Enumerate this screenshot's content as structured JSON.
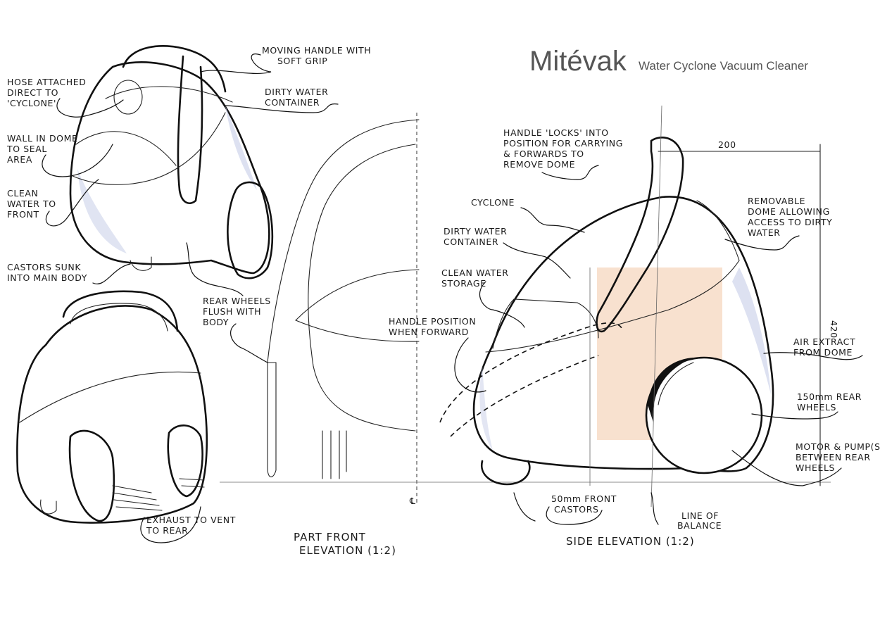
{
  "title": {
    "brand": "Mitévak",
    "subtitle": "Water Cyclone Vacuum Cleaner"
  },
  "annotations": {
    "moving_handle": [
      "MOVING HANDLE WITH",
      "SOFT GRIP"
    ],
    "hose_attached": [
      "HOSE ATTACHED",
      "DIRECT TO",
      "'CYCLONE'"
    ],
    "dirty_water_container_top": [
      "DIRTY WATER",
      "CONTAINER"
    ],
    "wall_in_dome": [
      "WALL IN DOME",
      "TO SEAL",
      "AREA"
    ],
    "clean_water_front": [
      "CLEAN",
      "WATER TO",
      "FRONT"
    ],
    "castors_sunk": [
      "CASTORS SUNK",
      "INTO MAIN BODY"
    ],
    "rear_wheels_flush": [
      "REAR WHEELS",
      "FLUSH WITH",
      "BODY"
    ],
    "exhaust": [
      "EXHAUST TO VENT",
      "TO REAR"
    ],
    "handle_locks": [
      "HANDLE 'LOCKS' INTO",
      "POSITION FOR CARRYING",
      "& FORWARDS TO",
      "REMOVE DOME"
    ],
    "cyclone": [
      "CYCLONE"
    ],
    "dirty_water_container_side": [
      "DIRTY WATER",
      "CONTAINER"
    ],
    "clean_water_storage": [
      "CLEAN WATER",
      "STORAGE"
    ],
    "handle_position": [
      "HANDLE POSITION",
      "WHEN FORWARD"
    ],
    "removable_dome": [
      "REMOVABLE",
      "DOME ALLOWING",
      "ACCESS TO DIRTY",
      "WATER"
    ],
    "air_extract": [
      "AIR EXTRACT",
      "FROM DOME"
    ],
    "rear_wheels_150": [
      "150mm REAR",
      "WHEELS"
    ],
    "motor_pumps": [
      "MOTOR & PUMP(S)",
      "BETWEEN REAR",
      "WHEELS"
    ],
    "front_castors_50": [
      "50mm FRONT",
      "CASTORS"
    ],
    "line_of_balance": [
      "LINE OF",
      "BALANCE"
    ]
  },
  "dimensions": {
    "width": "200",
    "height": "420",
    "centerline": "℄"
  },
  "captions": {
    "part_front": [
      "PART FRONT",
      "ELEVATION (1:2)"
    ],
    "side": "SIDE ELEVATION (1:2)"
  },
  "colors": {
    "ink": "#111111",
    "title_gray": "#555555",
    "clean_water_tint": "#f2c9a8",
    "shading_blue": "#c7cde8"
  }
}
